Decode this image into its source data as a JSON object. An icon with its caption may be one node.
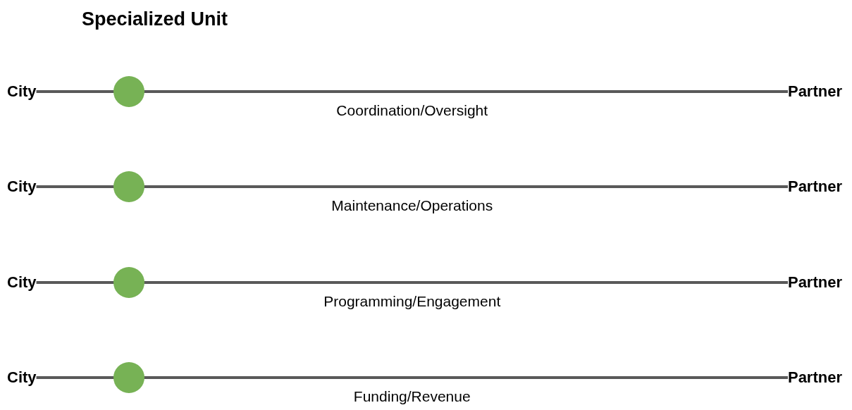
{
  "diagram": {
    "title": "Specialized Unit",
    "nodes": [
      {
        "text": [
          "City"
        ]
      },
      {
        "text": [
          "Partner"
        ]
      },
      {
        "text": [
          "City"
        ]
      },
      {
        "text": [
          "Partner"
        ]
      },
      {
        "text": [
          "City"
        ]
      },
      {
        "text": [
          "Partner"
        ]
      },
      {
        "text": [
          "City"
        ]
      },
      {
        "text": [
          "Partner"
        ]
      }
    ],
    "edges": [
      {
        "from": 0,
        "to": 1,
        "arrow": "none",
        "label": "Coordination/Oversight"
      },
      {
        "from": 2,
        "to": 3,
        "arrow": "none",
        "label": "Maintenance/Operations"
      },
      {
        "from": 4,
        "to": 5,
        "arrow": "none",
        "label": "Programming/Engagement"
      },
      {
        "from": 6,
        "to": 7,
        "arrow": "none",
        "label": "Funding/Revenue"
      }
    ]
  }
}
